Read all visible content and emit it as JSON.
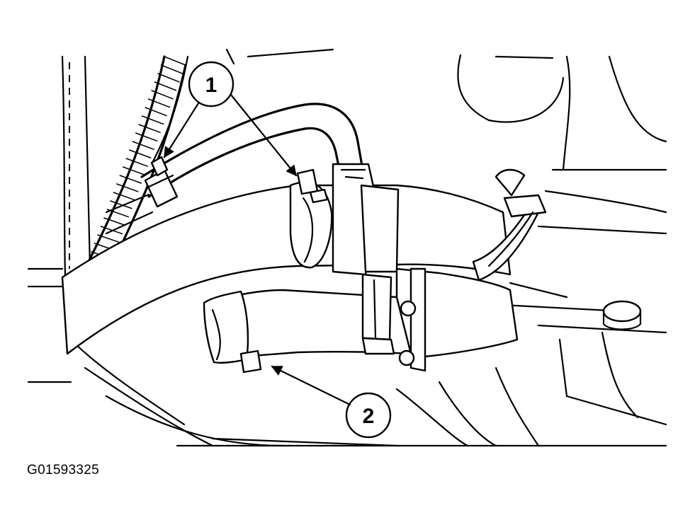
{
  "figure": {
    "code": "G01593325"
  },
  "callouts": [
    {
      "label": "1"
    },
    {
      "label": "2"
    }
  ]
}
